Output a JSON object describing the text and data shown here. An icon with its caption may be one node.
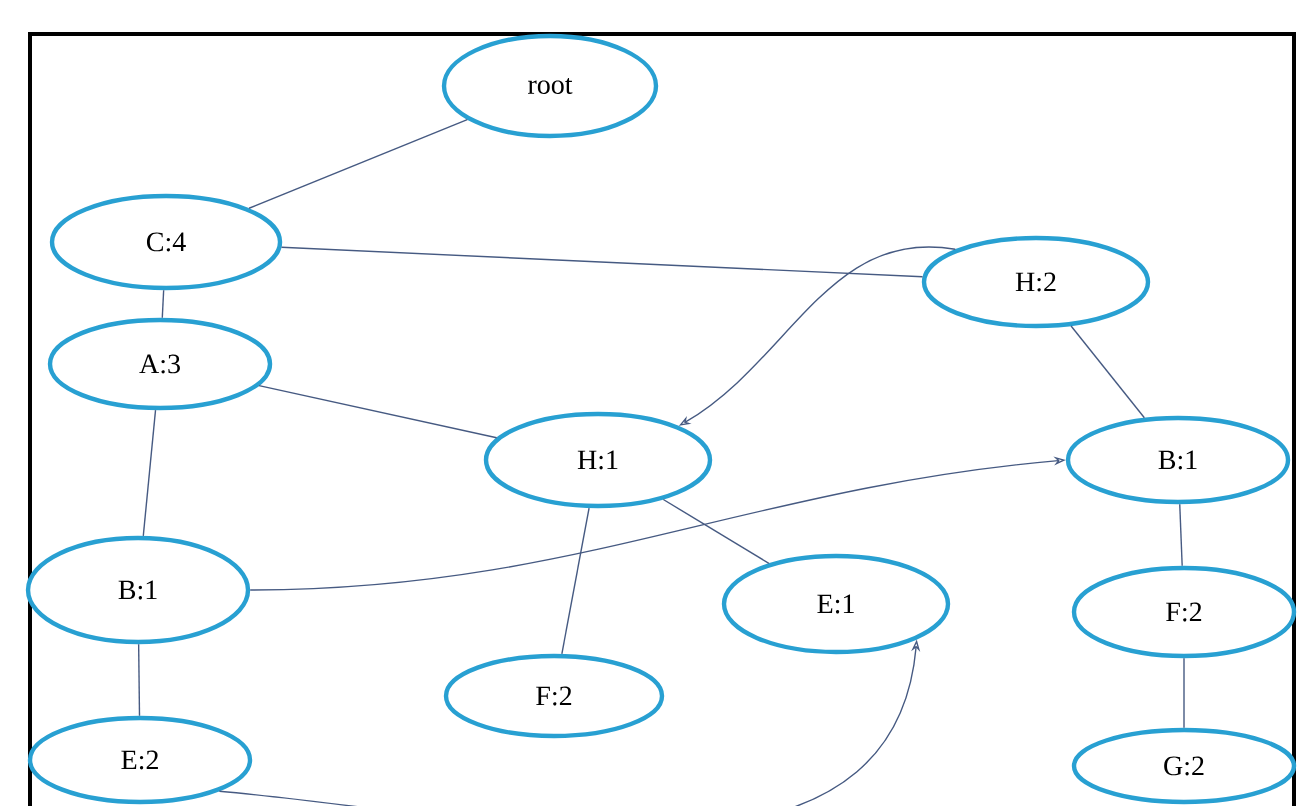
{
  "diagram": {
    "nodes": [
      {
        "text": [
          "root"
        ]
      },
      {
        "text": [
          "C:4"
        ]
      },
      {
        "text": [
          "H:2"
        ]
      },
      {
        "text": [
          "A:3"
        ]
      },
      {
        "text": [
          "H:1"
        ]
      },
      {
        "text": [
          "B:1"
        ]
      },
      {
        "text": [
          "B:1"
        ]
      },
      {
        "text": [
          "E:1"
        ]
      },
      {
        "text": [
          "F:2"
        ]
      },
      {
        "text": [
          "F:2"
        ]
      },
      {
        "text": [
          "E:2"
        ]
      },
      {
        "text": [
          "G:2"
        ]
      }
    ],
    "edges": [
      {
        "from": 0,
        "to": 1,
        "arrow": "none"
      },
      {
        "from": 1,
        "to": 2,
        "arrow": "none"
      },
      {
        "from": 1,
        "to": 3,
        "arrow": "none"
      },
      {
        "from": 3,
        "to": 4,
        "arrow": "none"
      },
      {
        "from": 2,
        "to": 5,
        "arrow": "none"
      },
      {
        "from": 3,
        "to": 6,
        "arrow": "none"
      },
      {
        "from": 4,
        "to": 9,
        "arrow": "none"
      },
      {
        "from": 4,
        "to": 7,
        "arrow": "none"
      },
      {
        "from": 5,
        "to": 8,
        "arrow": "none"
      },
      {
        "from": 8,
        "to": 11,
        "arrow": "none"
      },
      {
        "from": 6,
        "to": 10,
        "arrow": "none"
      },
      {
        "from": 2,
        "to": 4,
        "arrow": "to"
      },
      {
        "from": 6,
        "to": 5,
        "arrow": "to"
      },
      {
        "from": 10,
        "to": 7,
        "arrow": "to"
      }
    ]
  }
}
